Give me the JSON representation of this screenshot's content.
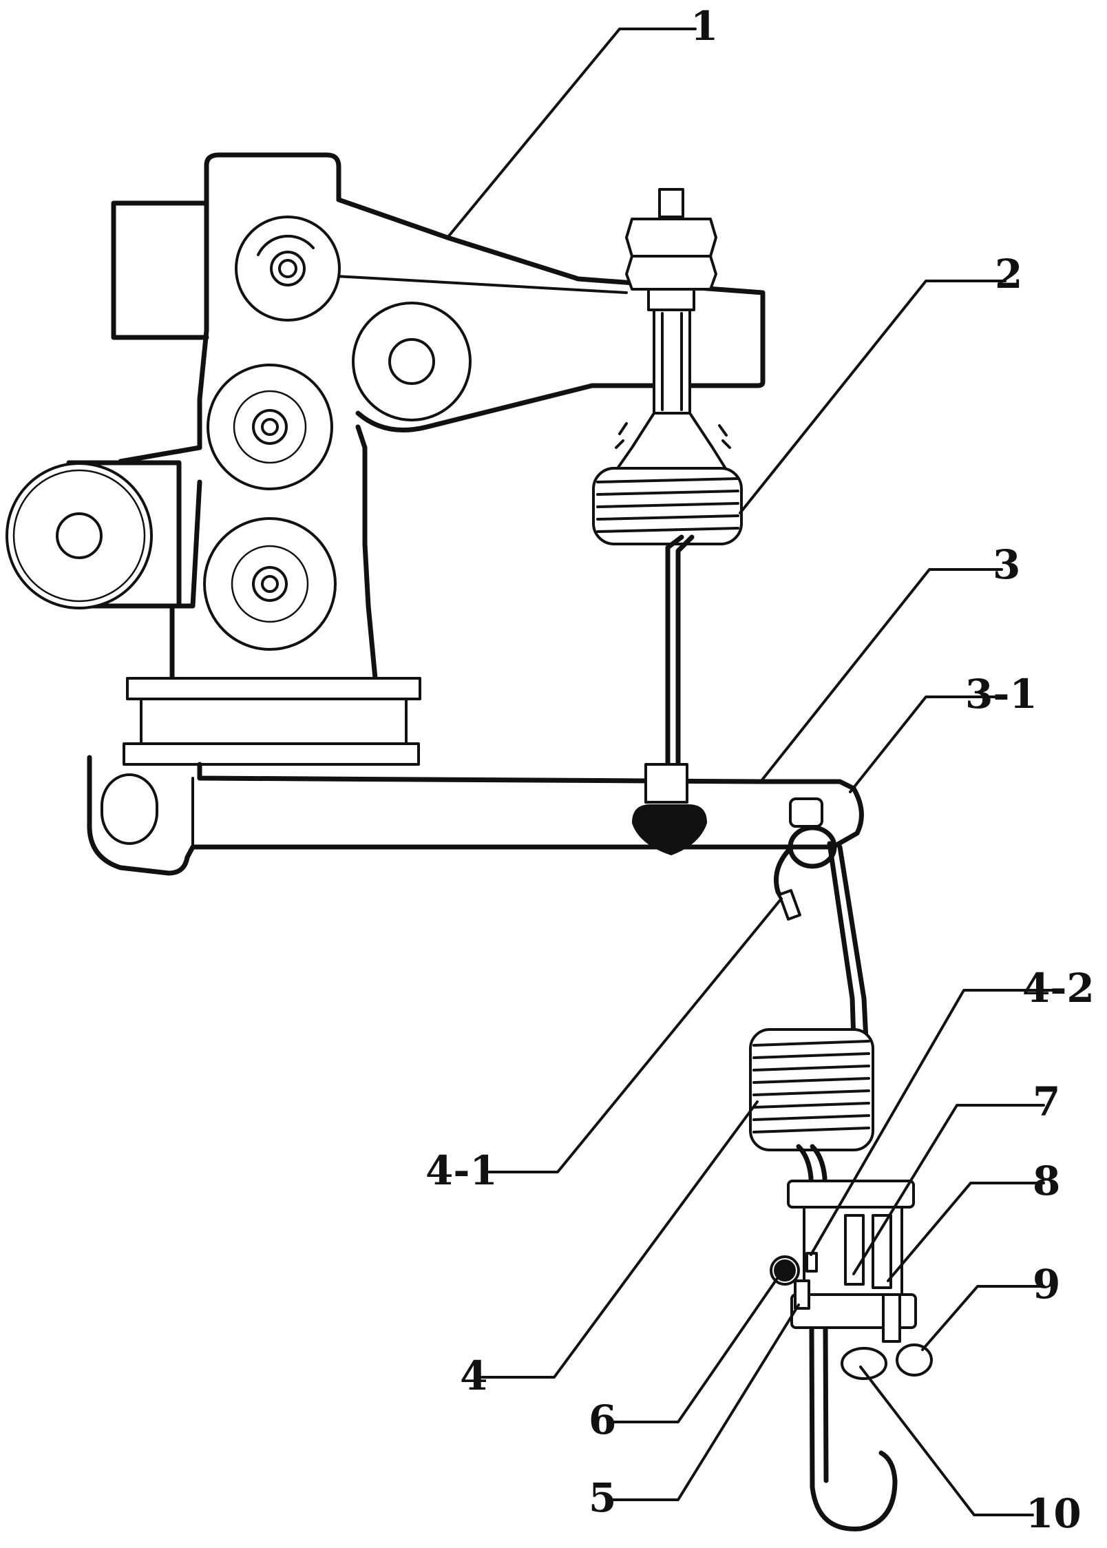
{
  "labels": {
    "l1": "1",
    "l2": "2",
    "l3": "3",
    "l3_1": "3-1",
    "l4_1": "4-1",
    "l4_2": "4-2",
    "l4": "4",
    "l5": "5",
    "l6": "6",
    "l7": "7",
    "l8": "8",
    "l9": "9",
    "l10": "10"
  },
  "colors": {
    "ink": "#111111",
    "background": "#ffffff"
  }
}
